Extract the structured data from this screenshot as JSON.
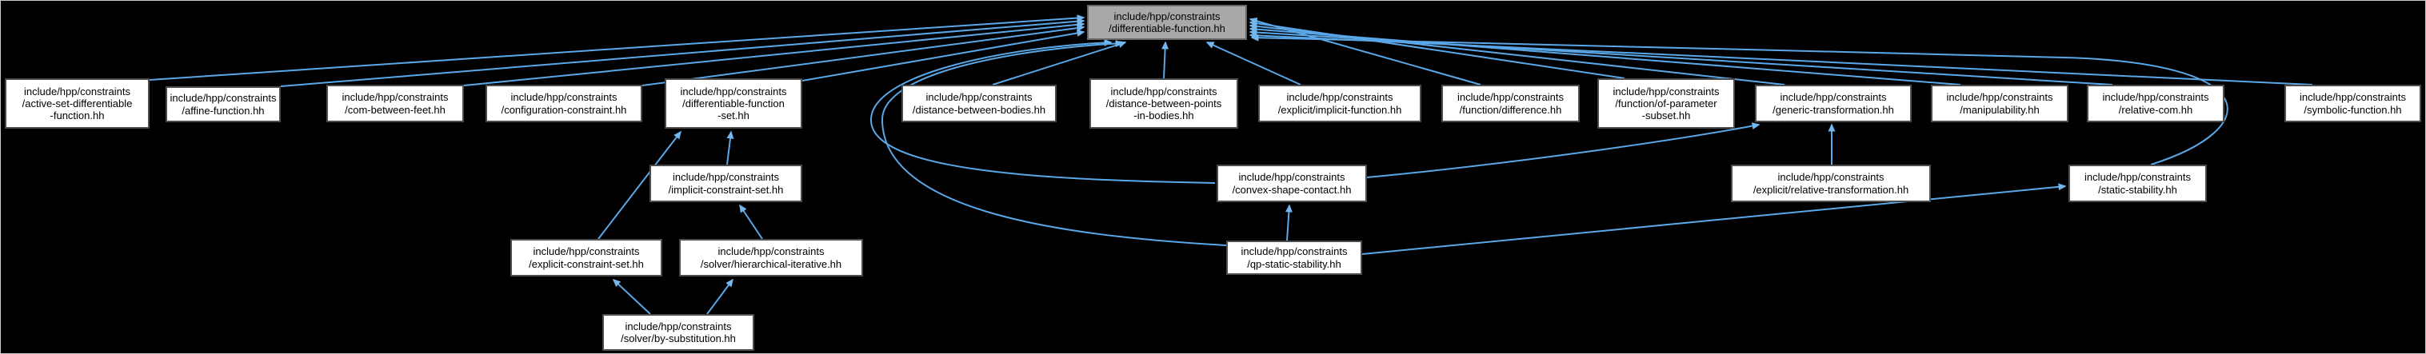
{
  "diagram": {
    "type": "include-dependency-graph",
    "background_color": "#000000",
    "edge_color": "#5aa7e8",
    "node_fill": "#ffffff",
    "node_border_color": "#4c4c4c",
    "root_fill": "#a8a8a8",
    "root_node": "differentiable-function",
    "nodes": {
      "root": {
        "label": "include/hpp/constraints\n/differentiable-function.hh"
      },
      "active_set": {
        "label": "include/hpp/constraints\n/active-set-differentiable\n-function.hh"
      },
      "affine": {
        "label": "include/hpp/constraints\n/affine-function.hh"
      },
      "com_between": {
        "label": "include/hpp/constraints\n/com-between-feet.hh"
      },
      "configuration": {
        "label": "include/hpp/constraints\n/configuration-constraint.hh"
      },
      "diff_set": {
        "label": "include/hpp/constraints\n/differentiable-function\n-set.hh"
      },
      "dist_bodies": {
        "label": "include/hpp/constraints\n/distance-between-bodies.hh"
      },
      "dist_points": {
        "label": "include/hpp/constraints\n/distance-between-points\n-in-bodies.hh"
      },
      "implicit_fn": {
        "label": "include/hpp/constraints\n/explicit/implicit-function.hh"
      },
      "difference": {
        "label": "include/hpp/constraints\n/function/difference.hh"
      },
      "param_subset": {
        "label": "include/hpp/constraints\n/function/of-parameter\n-subset.hh"
      },
      "generic_transf": {
        "label": "include/hpp/constraints\n/generic-transformation.hh"
      },
      "manipulability": {
        "label": "include/hpp/constraints\n/manipulability.hh"
      },
      "relative_com": {
        "label": "include/hpp/constraints\n/relative-com.hh"
      },
      "symbolic": {
        "label": "include/hpp/constraints\n/symbolic-function.hh"
      },
      "implicit_set": {
        "label": "include/hpp/constraints\n/implicit-constraint-set.hh"
      },
      "convex_shape": {
        "label": "include/hpp/constraints\n/convex-shape-contact.hh"
      },
      "rel_transf": {
        "label": "include/hpp/constraints\n/explicit/relative-transformation.hh"
      },
      "static_stab": {
        "label": "include/hpp/constraints\n/static-stability.hh"
      },
      "explicit_set": {
        "label": "include/hpp/constraints\n/explicit-constraint-set.hh"
      },
      "hierarchical": {
        "label": "include/hpp/constraints\n/solver/hierarchical-iterative.hh"
      },
      "qp_static": {
        "label": "include/hpp/constraints\n/qp-static-stability.hh"
      },
      "by_substitution": {
        "label": "include/hpp/constraints\n/solver/by-substitution.hh"
      }
    },
    "edges": [
      {
        "from": "active_set",
        "to": "root"
      },
      {
        "from": "affine",
        "to": "root"
      },
      {
        "from": "com_between",
        "to": "root"
      },
      {
        "from": "configuration",
        "to": "root"
      },
      {
        "from": "diff_set",
        "to": "root"
      },
      {
        "from": "dist_bodies",
        "to": "root"
      },
      {
        "from": "dist_points",
        "to": "root"
      },
      {
        "from": "implicit_fn",
        "to": "root"
      },
      {
        "from": "difference",
        "to": "root"
      },
      {
        "from": "param_subset",
        "to": "root"
      },
      {
        "from": "generic_transf",
        "to": "root"
      },
      {
        "from": "manipulability",
        "to": "root"
      },
      {
        "from": "relative_com",
        "to": "root"
      },
      {
        "from": "symbolic",
        "to": "root"
      },
      {
        "from": "convex_shape",
        "to": "root"
      },
      {
        "from": "qp_static",
        "to": "root"
      },
      {
        "from": "static_stab",
        "to": "root"
      },
      {
        "from": "implicit_set",
        "to": "diff_set"
      },
      {
        "from": "explicit_set",
        "to": "diff_set"
      },
      {
        "from": "hierarchical",
        "to": "implicit_set"
      },
      {
        "from": "by_substitution",
        "to": "explicit_set"
      },
      {
        "from": "by_substitution",
        "to": "hierarchical"
      },
      {
        "from": "convex_shape",
        "to": "generic_transf"
      },
      {
        "from": "rel_transf",
        "to": "generic_transf"
      },
      {
        "from": "qp_static",
        "to": "convex_shape"
      },
      {
        "from": "qp_static",
        "to": "static_stab"
      }
    ]
  }
}
